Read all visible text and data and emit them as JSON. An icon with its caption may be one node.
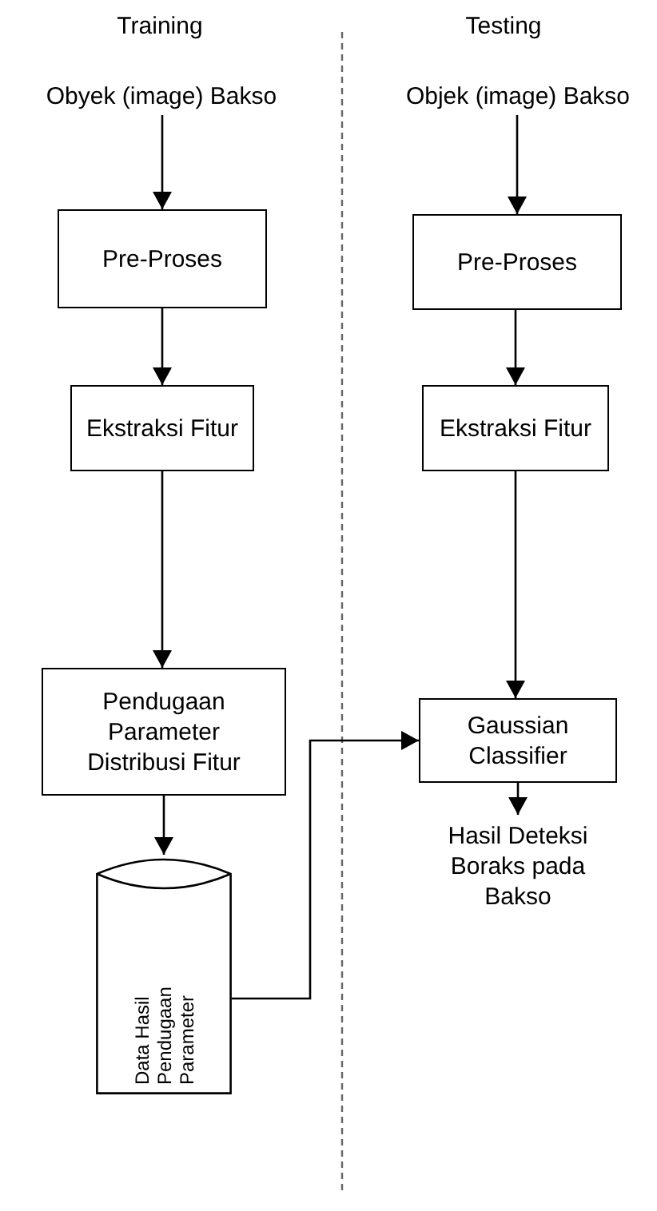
{
  "diagram": {
    "nodes": [
      {
        "text": [
          "Obyek (image) Bakso"
        ]
      },
      {
        "text": [
          "Pre-Proses"
        ]
      },
      {
        "text": [
          "Ekstraksi Fitur"
        ]
      },
      {
        "text": [
          "Pendugaan Parameter Distribusi Fitur"
        ]
      },
      {
        "text": [
          "Data Hasil Pendugaan Parameter"
        ]
      },
      {
        "text": [
          "Objek (image) Bakso"
        ]
      },
      {
        "text": [
          "Pre-Proses"
        ]
      },
      {
        "text": [
          "Ekstraksi Fitur"
        ]
      },
      {
        "text": [
          "Gaussian Classifier"
        ]
      },
      {
        "text": [
          "Hasil Deteksi Boraks pada Bakso"
        ]
      }
    ],
    "edges": [
      {
        "from": 0,
        "to": 1,
        "arrow": "to"
      },
      {
        "from": 1,
        "to": 2,
        "arrow": "to"
      },
      {
        "from": 2,
        "to": 3,
        "arrow": "to"
      },
      {
        "from": 3,
        "to": 4,
        "arrow": "to"
      },
      {
        "from": 5,
        "to": 6,
        "arrow": "to"
      },
      {
        "from": 6,
        "to": 7,
        "arrow": "to"
      },
      {
        "from": 7,
        "to": 8,
        "arrow": "to"
      },
      {
        "from": 8,
        "to": 9,
        "arrow": "to"
      },
      {
        "from": 4,
        "to": 8,
        "arrow": "to"
      }
    ],
    "labels": [
      "Training",
      "Testing"
    ]
  }
}
